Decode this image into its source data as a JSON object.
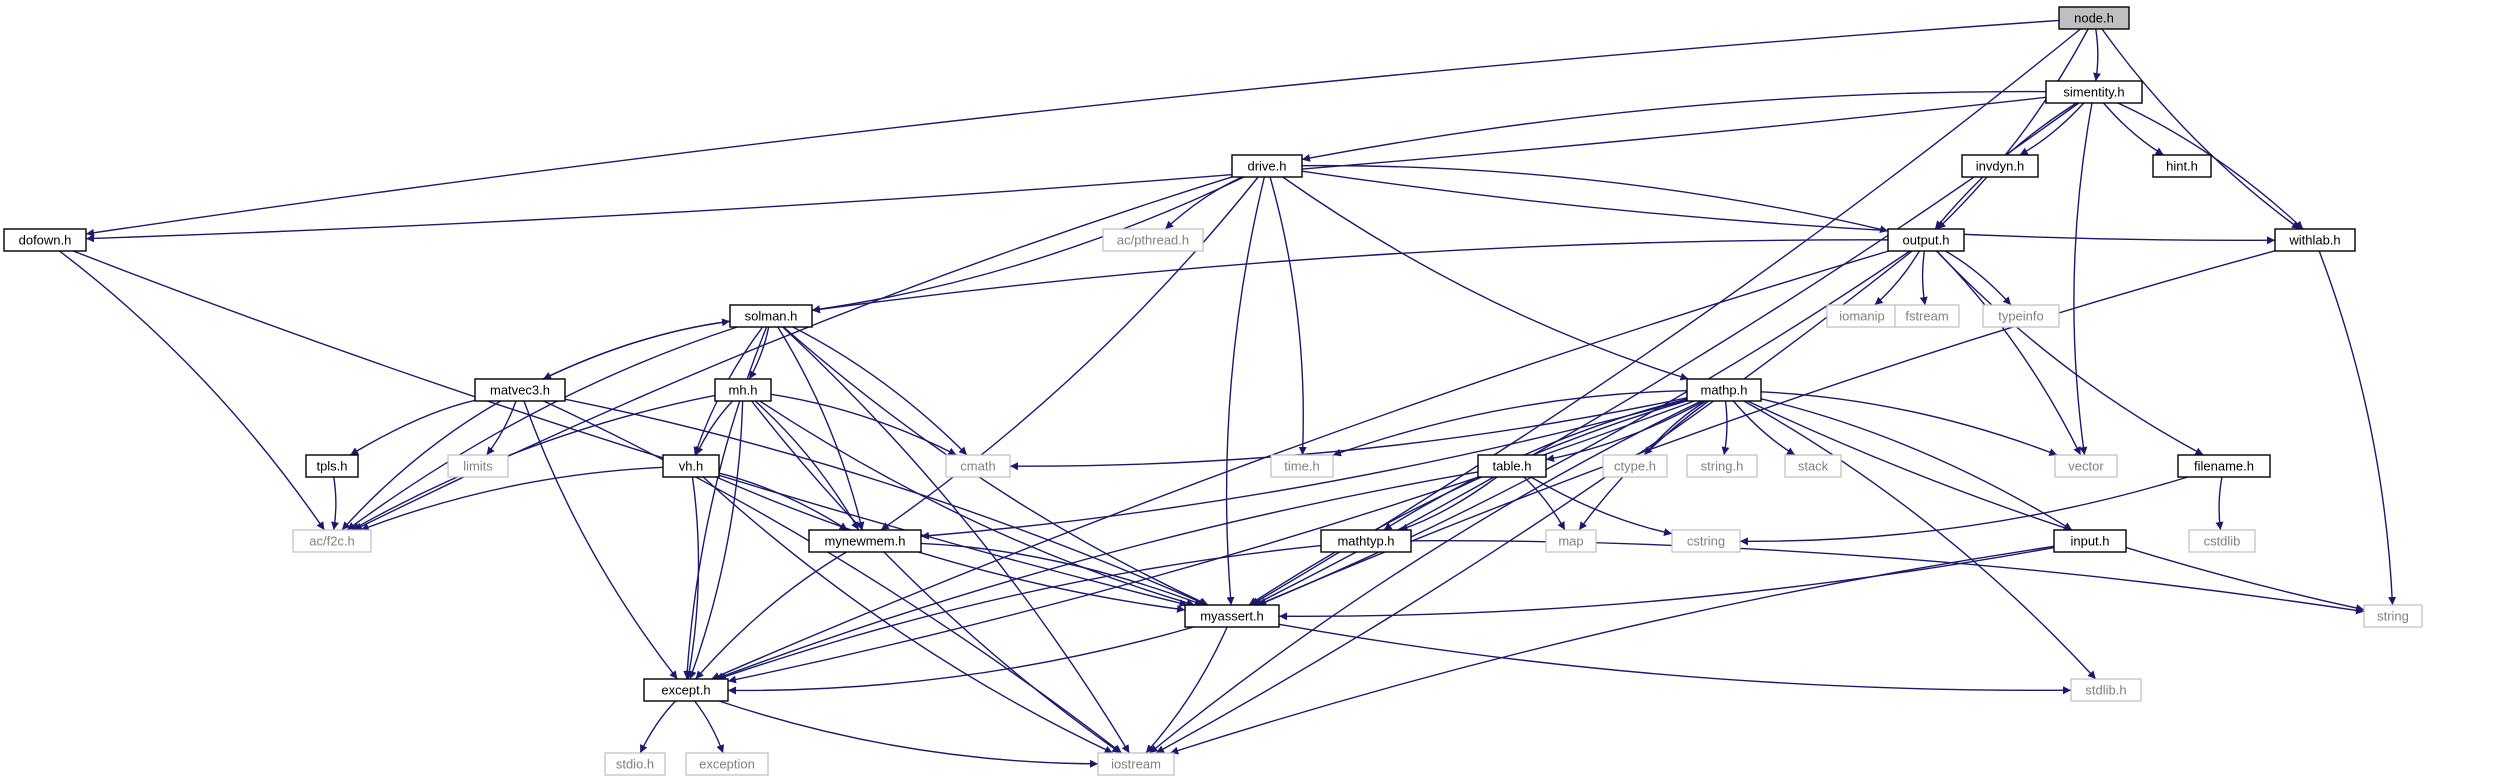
{
  "colors": {
    "edge": "#191970",
    "root_fill": "#bfbfbf",
    "project_border": "#000000",
    "system_border": "#bfbfbf",
    "system_text": "#808080"
  },
  "nodes": {
    "node_h": "node.h",
    "simentity_h": "simentity.h",
    "drive_h": "drive.h",
    "invdyn_h": "invdyn.h",
    "hint_h": "hint.h",
    "dofown_h": "dofown.h",
    "ac_pthread_h": "ac/pthread.h",
    "output_h": "output.h",
    "withlab_h": "withlab.h",
    "solman_h": "solman.h",
    "iomanip": "iomanip",
    "fstream": "fstream",
    "typeinfo": "typeinfo",
    "matvec3_h": "matvec3.h",
    "mh_h": "mh.h",
    "mathp_h": "mathp.h",
    "tpls_h": "tpls.h",
    "limits": "limits",
    "vh_h": "vh.h",
    "cmath": "cmath",
    "time_h": "time.h",
    "table_h": "table.h",
    "ctype_h": "ctype.h",
    "string_h": "string.h",
    "stack": "stack",
    "vector": "vector",
    "filename_h": "filename.h",
    "ac_f2c_h": "ac/f2c.h",
    "mynewmem_h": "mynewmem.h",
    "mathtyp_h": "mathtyp.h",
    "map": "map",
    "cstring": "cstring",
    "input_h": "input.h",
    "cstdlib": "cstdlib",
    "myassert_h": "myassert.h",
    "string": "string",
    "except_h": "except.h",
    "stdlib_h": "stdlib.h",
    "stdio_h": "stdio.h",
    "exception": "exception",
    "iostream": "iostream"
  },
  "edges": [
    [
      "node_h",
      "simentity_h"
    ],
    [
      "node_h",
      "dofown_h"
    ],
    [
      "node_h",
      "output_h"
    ],
    [
      "node_h",
      "withlab_h"
    ],
    [
      "node_h",
      "myassert_h"
    ],
    [
      "simentity_h",
      "drive_h"
    ],
    [
      "simentity_h",
      "invdyn_h"
    ],
    [
      "simentity_h",
      "hint_h"
    ],
    [
      "simentity_h",
      "dofown_h"
    ],
    [
      "simentity_h",
      "output_h"
    ],
    [
      "simentity_h",
      "withlab_h"
    ],
    [
      "simentity_h",
      "vector"
    ],
    [
      "simentity_h",
      "myassert_h"
    ],
    [
      "drive_h",
      "ac_pthread_h"
    ],
    [
      "drive_h",
      "output_h"
    ],
    [
      "drive_h",
      "withlab_h"
    ],
    [
      "drive_h",
      "solman_h"
    ],
    [
      "drive_h",
      "mathp_h"
    ],
    [
      "drive_h",
      "time_h"
    ],
    [
      "drive_h",
      "ac_f2c_h"
    ],
    [
      "drive_h",
      "mynewmem_h"
    ],
    [
      "drive_h",
      "myassert_h"
    ],
    [
      "dofown_h",
      "ac_f2c_h"
    ],
    [
      "dofown_h",
      "myassert_h"
    ],
    [
      "output_h",
      "iomanip"
    ],
    [
      "output_h",
      "fstream"
    ],
    [
      "output_h",
      "typeinfo"
    ],
    [
      "output_h",
      "solman_h"
    ],
    [
      "output_h",
      "vector"
    ],
    [
      "output_h",
      "filename_h"
    ],
    [
      "output_h",
      "myassert_h"
    ],
    [
      "output_h",
      "except_h"
    ],
    [
      "output_h",
      "iostream"
    ],
    [
      "withlab_h",
      "myassert_h"
    ],
    [
      "withlab_h",
      "string"
    ],
    [
      "solman_h",
      "matvec3_h"
    ],
    [
      "solman_h",
      "mh_h"
    ],
    [
      "solman_h",
      "vh_h"
    ],
    [
      "solman_h",
      "cmath"
    ],
    [
      "solman_h",
      "ac_f2c_h"
    ],
    [
      "solman_h",
      "mynewmem_h"
    ],
    [
      "solman_h",
      "myassert_h"
    ],
    [
      "solman_h",
      "iostream"
    ],
    [
      "solman_h",
      "except_h"
    ],
    [
      "matvec3_h",
      "solman_h"
    ],
    [
      "matvec3_h",
      "tpls_h"
    ],
    [
      "matvec3_h",
      "limits"
    ],
    [
      "matvec3_h",
      "ac_f2c_h"
    ],
    [
      "matvec3_h",
      "myassert_h"
    ],
    [
      "matvec3_h",
      "except_h"
    ],
    [
      "matvec3_h",
      "iostream"
    ],
    [
      "mh_h",
      "vh_h"
    ],
    [
      "mh_h",
      "cmath"
    ],
    [
      "mh_h",
      "ac_f2c_h"
    ],
    [
      "mh_h",
      "mynewmem_h"
    ],
    [
      "mh_h",
      "myassert_h"
    ],
    [
      "mh_h",
      "except_h"
    ],
    [
      "mh_h",
      "iostream"
    ],
    [
      "mathp_h",
      "cmath"
    ],
    [
      "mathp_h",
      "time_h"
    ],
    [
      "mathp_h",
      "table_h"
    ],
    [
      "mathp_h",
      "ctype_h"
    ],
    [
      "mathp_h",
      "string_h"
    ],
    [
      "mathp_h",
      "stack"
    ],
    [
      "mathp_h",
      "vector"
    ],
    [
      "mathp_h",
      "map"
    ],
    [
      "mathp_h",
      "input_h"
    ],
    [
      "mathp_h",
      "mathtyp_h"
    ],
    [
      "mathp_h",
      "mynewmem_h"
    ],
    [
      "mathp_h",
      "myassert_h"
    ],
    [
      "mathp_h",
      "except_h"
    ],
    [
      "mathp_h",
      "string"
    ],
    [
      "mathp_h",
      "stdlib_h"
    ],
    [
      "mathp_h",
      "iostream"
    ],
    [
      "tpls_h",
      "ac_f2c_h"
    ],
    [
      "vh_h",
      "ac_f2c_h"
    ],
    [
      "vh_h",
      "mynewmem_h"
    ],
    [
      "vh_h",
      "myassert_h"
    ],
    [
      "vh_h",
      "except_h"
    ],
    [
      "vh_h",
      "iostream"
    ],
    [
      "table_h",
      "map"
    ],
    [
      "table_h",
      "cstring"
    ],
    [
      "table_h",
      "mathtyp_h"
    ],
    [
      "table_h",
      "except_h"
    ],
    [
      "filename_h",
      "cstring"
    ],
    [
      "filename_h",
      "cstdlib"
    ],
    [
      "mynewmem_h",
      "myassert_h"
    ],
    [
      "mynewmem_h",
      "except_h"
    ],
    [
      "mathtyp_h",
      "string"
    ],
    [
      "mathtyp_h",
      "except_h"
    ],
    [
      "input_h",
      "myassert_h"
    ],
    [
      "input_h",
      "iostream"
    ],
    [
      "myassert_h",
      "except_h"
    ],
    [
      "myassert_h",
      "stdlib_h"
    ],
    [
      "myassert_h",
      "iostream"
    ],
    [
      "except_h",
      "stdio_h"
    ],
    [
      "except_h",
      "exception"
    ],
    [
      "except_h",
      "iostream"
    ]
  ]
}
